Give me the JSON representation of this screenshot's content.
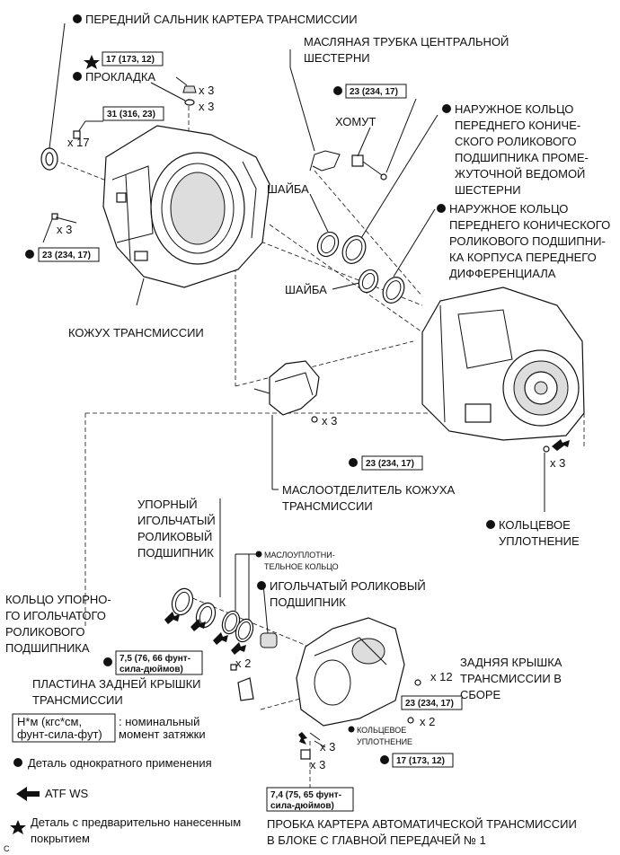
{
  "labels": {
    "front_seal": "ПЕРЕДНИЙ САЛЬНИК КАРТЕРА ТРАНСМИССИИ",
    "gasket": "ПРОКЛАДКА",
    "oil_pipe": [
      "МАСЛЯНАЯ ТРУБКА ЦЕНТРАЛЬНОЙ",
      "ШЕСТЕРНИ"
    ],
    "clamp": "ХОМУТ",
    "outer_race_1": [
      "НАРУЖНОЕ КОЛЬЦО",
      "ПЕРЕДНЕГО КОНИЧЕ-",
      "СКОГО РОЛИКОВОГО",
      "ПОДШИПНИКА ПРОМЕ-",
      "ЖУТОЧНОЙ ВЕДОМОЙ",
      "ШЕСТЕРНИ"
    ],
    "outer_race_2": [
      "НАРУЖНОЕ КОЛЬЦО",
      "ПЕРЕДНЕГО КОНИЧЕСКОГО",
      "РОЛИКОВОГО ПОДШИПНИ-",
      "КА КОРПУСА ПЕРЕДНЕГО",
      "ДИФФЕРЕНЦИАЛА"
    ],
    "washer_1": "ШАЙБА",
    "washer_2": "ШАЙБА",
    "case": "КОЖУХ ТРАНСМИССИИ",
    "separator": [
      "МАСЛООТДЕЛИТЕЛЬ КОЖУХА",
      "ТРАНСМИССИИ"
    ],
    "o_ring_1": [
      "КОЛЬЦЕВОЕ",
      "УПЛОТНЕНИЕ"
    ],
    "thrust_bearing": [
      "УПОРНЫЙ",
      "ИГОЛЬЧАТЫЙ",
      "РОЛИКОВЫЙ",
      "ПОДШИПНИК"
    ],
    "oil_seal_ring": [
      "МАСЛОУПЛОТНИ-",
      "ТЕЛЬНОЕ КОЛЬЦО"
    ],
    "needle_bearing": [
      "ИГОЛЬЧАТЫЙ РОЛИКОВЫЙ",
      "ПОДШИПНИК"
    ],
    "thrust_race": [
      "КОЛЬЦО УПОРНО-",
      "ГО ИГОЛЬЧАТОГО",
      "РОЛИКОВОГО",
      "ПОДШИПНИКА"
    ],
    "plate": [
      "ПЛАСТИНА ЗАДНЕЙ КРЫШКИ",
      "ТРАНСМИССИИ"
    ],
    "rear_cover": [
      "ЗАДНЯЯ КРЫШКА",
      "ТРАНСМИССИИ В",
      "СБОРЕ"
    ],
    "o_ring_2": [
      "КОЛЬЦЕВОЕ",
      "УПЛОТНЕНИЕ"
    ],
    "plug": [
      "ПРОБКА КАРТЕРА АВТОМАТИЧЕСКОЙ ТРАНСМИССИИ",
      "В БЛОКЕ С ГЛАВНОЙ ПЕРЕДАЧЕЙ № 1"
    ]
  },
  "torques": {
    "t17_top": "17 (173, 12)",
    "t31": "31 (316, 23)",
    "t23_pipe": "23 (234, 17)",
    "t23_case": "23 (234, 17)",
    "t23_sep": "23 (234, 17)",
    "t75": [
      "7,5 (76, 66 фунт-",
      "сила-дюймов)"
    ],
    "t23_cover": "23 (234, 17)",
    "t17_bottom": "17 (173, 12)",
    "t74": [
      "7,4 (75, 65 фунт-",
      "сила-дюймов)"
    ]
  },
  "counts": {
    "x3_bolt": "x 3",
    "x3_gasket": "x 3",
    "x17": "x 17",
    "x3_case": "x 3",
    "x3_sep": "x 3",
    "x3_oring": "x 3",
    "x2_plate": "x 2",
    "x12": "x 12",
    "x2_cover": "x 2",
    "x3_oring2": "x 3",
    "x3_plug": "x 3"
  },
  "legend": {
    "torque_box": [
      "Н*м (кгс*см,",
      "фунт-сила-фут)"
    ],
    "torque_text": [
      ": номинальный",
      "момент затяжки"
    ],
    "single_use": "Деталь однократного применения",
    "atf": "ATF WS",
    "precoated": [
      "Деталь с предварительно нанесенным",
      "покрытием"
    ]
  },
  "corner_code": "C"
}
